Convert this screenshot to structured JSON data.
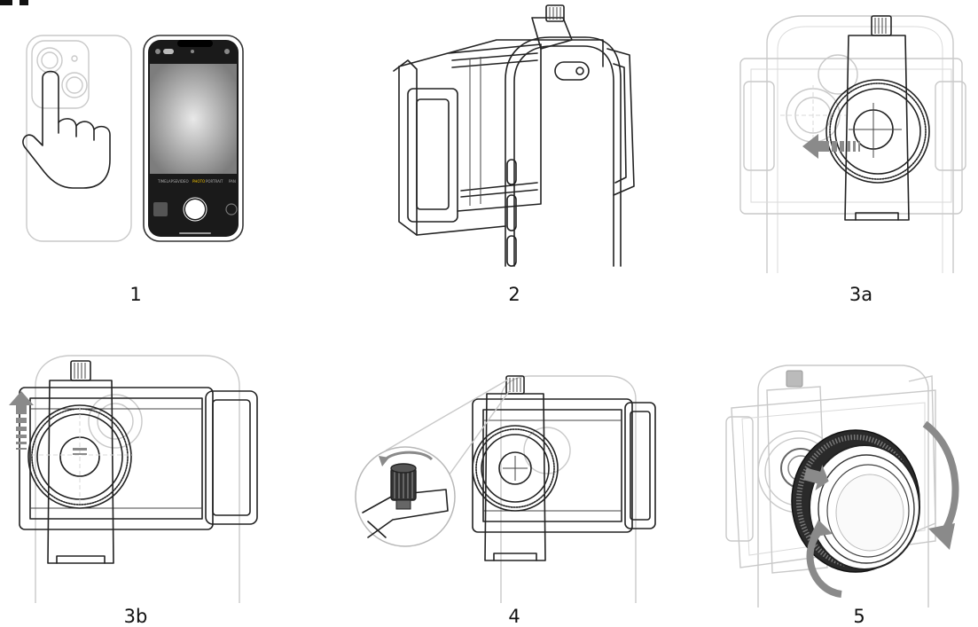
{
  "steps": [
    {
      "id": "step-1",
      "label": "1"
    },
    {
      "id": "step-2",
      "label": "2"
    },
    {
      "id": "step-3a",
      "label": "3a"
    },
    {
      "id": "step-3b",
      "label": "3b"
    },
    {
      "id": "step-4",
      "label": "4"
    },
    {
      "id": "step-5",
      "label": "5"
    }
  ],
  "camera_screen": {
    "modes": [
      "TIMELAPSE",
      "VIDEO",
      "PHOTO",
      "PORTRAIT",
      "PAN"
    ]
  },
  "colors": {
    "line": "#222222",
    "faint": "#c9c9c9",
    "arrow": "#8a8a8a",
    "screen_dark": "#1a1a1a"
  },
  "icons": [
    "hand-pointer-icon",
    "rotate-arrow-icon",
    "slide-arrow-icon"
  ]
}
